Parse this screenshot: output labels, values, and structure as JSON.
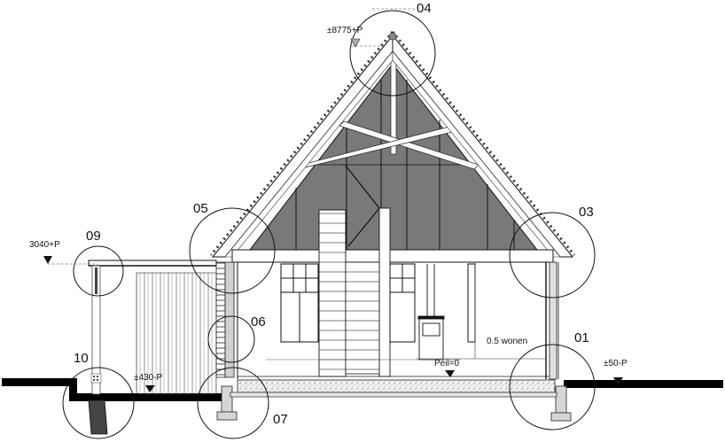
{
  "drawing": {
    "type": "architectural cross-section",
    "colors": {
      "line": "#111111",
      "roof_interior_fill": "#7a787a",
      "ground": "#000000",
      "concrete": "#c8c8c8",
      "insulation_fill": "#e4e4e4"
    }
  },
  "details": [
    {
      "id": "04",
      "label": "04"
    },
    {
      "id": "05",
      "label": "05"
    },
    {
      "id": "03",
      "label": "03"
    },
    {
      "id": "09",
      "label": "09"
    },
    {
      "id": "06",
      "label": "06"
    },
    {
      "id": "01",
      "label": "01"
    },
    {
      "id": "10",
      "label": "10"
    },
    {
      "id": "07",
      "label": "07"
    }
  ],
  "levels": {
    "ridge": "±8775+P",
    "annex_roof": "3040+P",
    "annex_floor": "±430-P",
    "ground_right": "±50-P",
    "datum": "Peil=0"
  },
  "rooms": {
    "living": "0.5 wonen"
  }
}
